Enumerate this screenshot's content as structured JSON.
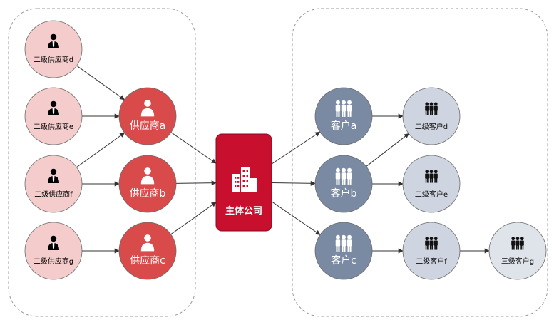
{
  "center": {
    "label": "主体公司"
  },
  "suppliers_l2": [
    {
      "id": "sd",
      "label": "二级供应商d"
    },
    {
      "id": "se",
      "label": "二级供应商e"
    },
    {
      "id": "sf",
      "label": "二级供应商f"
    },
    {
      "id": "sg",
      "label": "二级供应商g"
    }
  ],
  "suppliers": [
    {
      "id": "sa",
      "label": "供应商a"
    },
    {
      "id": "sb",
      "label": "供应商b"
    },
    {
      "id": "sc",
      "label": "供应商c"
    }
  ],
  "customers": [
    {
      "id": "ca",
      "label": "客户a"
    },
    {
      "id": "cb",
      "label": "客户b"
    },
    {
      "id": "cc",
      "label": "客户c"
    }
  ],
  "customers_l2": [
    {
      "id": "cd",
      "label": "二级客户d"
    },
    {
      "id": "ce",
      "label": "二级客户e"
    },
    {
      "id": "cf",
      "label": "二级客户f"
    }
  ],
  "customers_l3": [
    {
      "id": "cg",
      "label": "三级客户g"
    }
  ],
  "edges": [
    [
      "sd",
      "sa"
    ],
    [
      "se",
      "sa"
    ],
    [
      "sf",
      "sa"
    ],
    [
      "sf",
      "sb"
    ],
    [
      "sg",
      "sc"
    ],
    [
      "sa",
      "center"
    ],
    [
      "sb",
      "center"
    ],
    [
      "sc",
      "center"
    ],
    [
      "center",
      "ca"
    ],
    [
      "center",
      "cb"
    ],
    [
      "center",
      "cc"
    ],
    [
      "ca",
      "cd"
    ],
    [
      "cb",
      "cd"
    ],
    [
      "cb",
      "ce"
    ],
    [
      "cc",
      "cf"
    ],
    [
      "cf",
      "cg"
    ]
  ],
  "colors": {
    "supplier_l2_fill": "#f4cccc",
    "supplier_fill": "#d94a4a",
    "center_fill": "#c8102e",
    "customer_fill": "#7b8aa3",
    "customer_l2_fill": "#cfd5e0",
    "customer_l3_fill": "#dfe3ea",
    "group_border": "#9a9a9a",
    "edge": "#333333"
  },
  "icons": {
    "supplier_l2": "person-tie-icon",
    "supplier": "person-tie-icon",
    "center": "buildings-icon",
    "customer": "people-group-icon",
    "customer_l2": "people-group-icon",
    "customer_l3": "people-group-icon"
  }
}
